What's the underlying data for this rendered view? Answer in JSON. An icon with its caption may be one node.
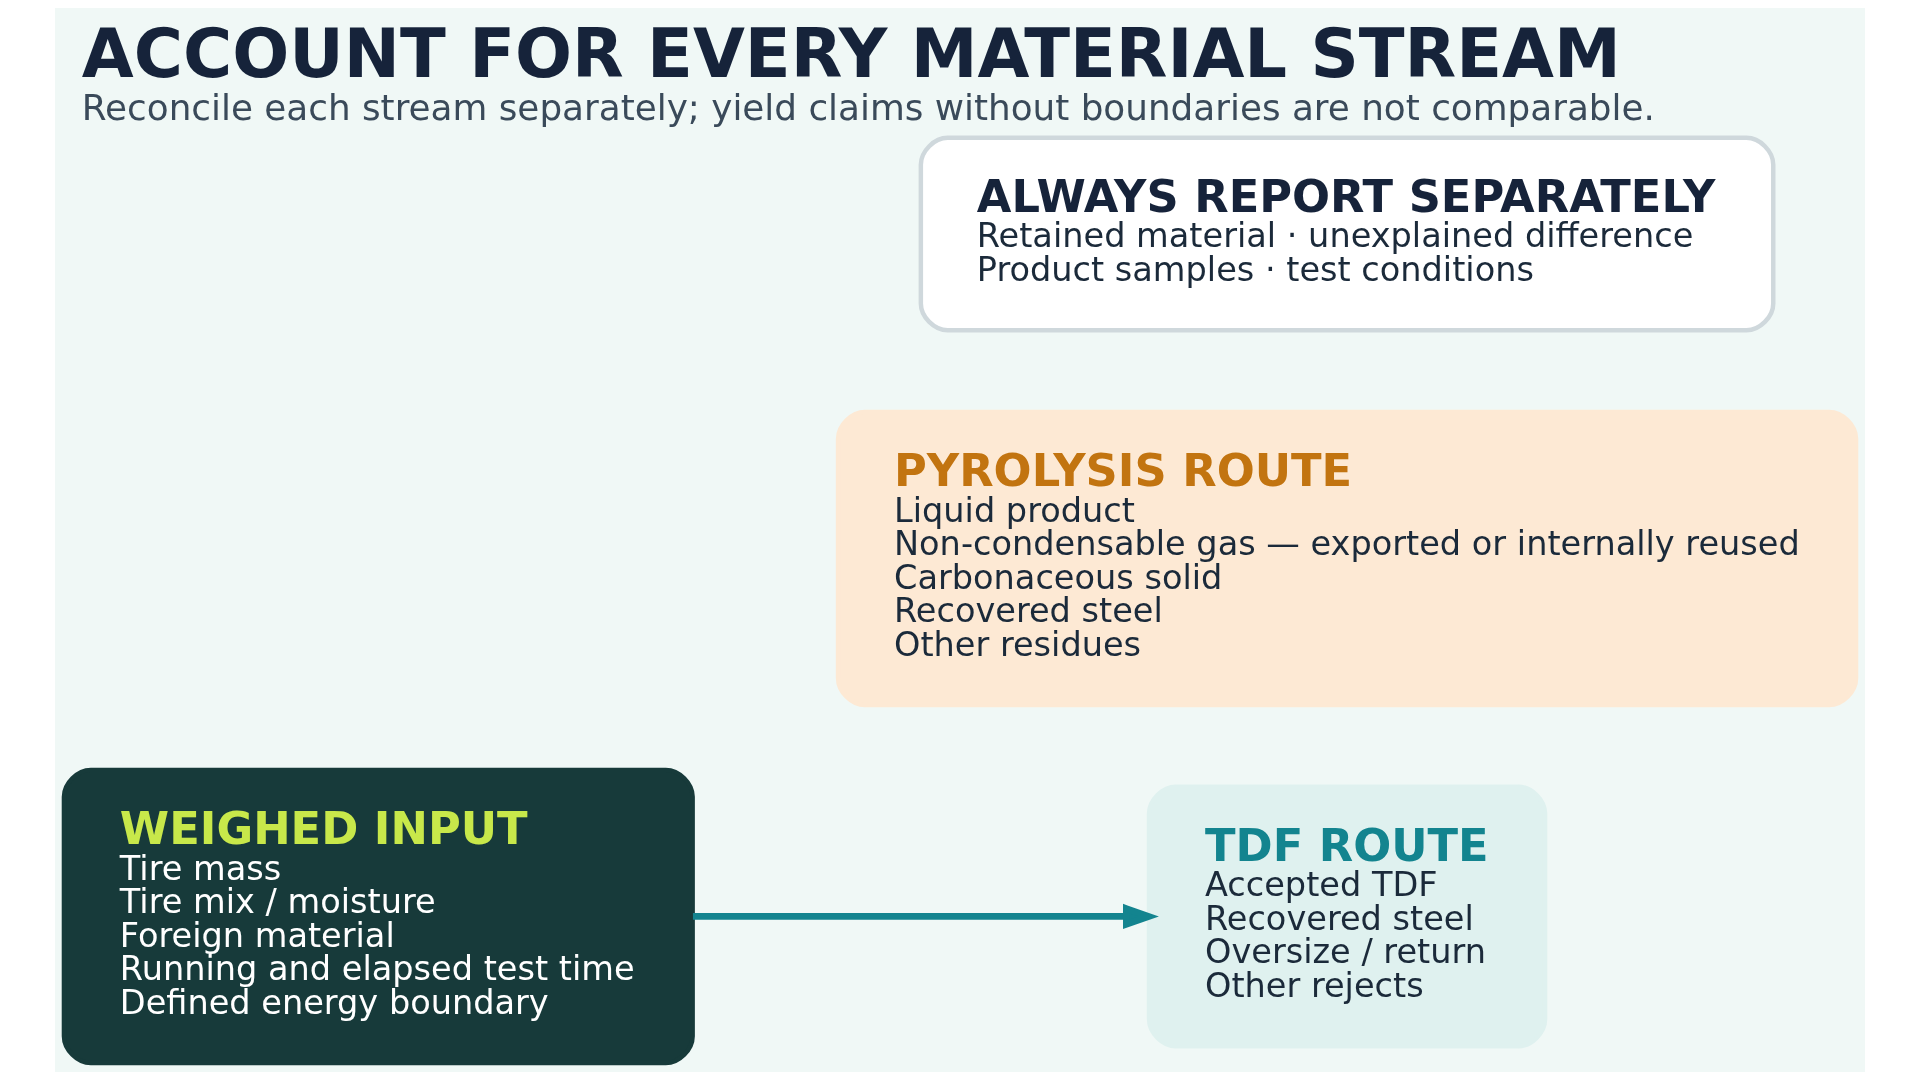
{
  "diagram": {
    "title": "ACCOUNT FOR EVERY MATERIAL STREAM",
    "caption": "Reconcile each stream separately; yield claims without boundaries are not comparable.",
    "nodes": [
      {
        "text": [
          "WEIGHED INPUT",
          "Tire mass",
          "Tire mix / moisture",
          "Foreign material",
          "Running and elapsed test time",
          "Defined energy boundary"
        ]
      },
      {
        "text": [
          "TDF ROUTE",
          "Accepted TDF",
          "Recovered steel",
          "Oversize / return",
          "Other rejects"
        ]
      },
      {
        "text": [
          "PYROLYSIS ROUTE",
          "Liquid product",
          "Non-condensable gas — exported or internally reused",
          "Carbonaceous solid",
          "Recovered steel",
          "Other residues"
        ]
      },
      {
        "text": [
          "ALWAYS REPORT SEPARATELY",
          "Retained material · unexplained difference",
          "Product samples · test conditions"
        ]
      }
    ],
    "edges": [
      {
        "from": 0,
        "to": 1,
        "arrow": "to"
      }
    ]
  }
}
